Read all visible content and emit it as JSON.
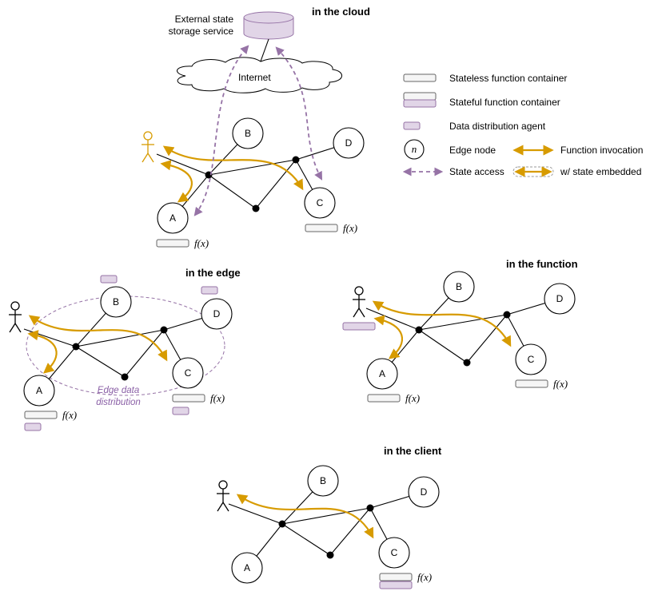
{
  "panels": {
    "cloud": {
      "title": "in the cloud",
      "storage_label_1": "External state",
      "storage_label_2": "storage service",
      "internet_label": "Internet"
    },
    "edge": {
      "title": "in the edge",
      "distribution_label_1": "Edge data",
      "distribution_label_2": "distribution"
    },
    "function": {
      "title": "in the function"
    },
    "client": {
      "title": "in the client"
    }
  },
  "nodes": {
    "a": "A",
    "b": "B",
    "c": "C",
    "d": "D"
  },
  "function_label": "f(x)",
  "legend": {
    "stateless": "Stateless function container",
    "stateful": "Stateful function container",
    "agent": "Data distribution agent",
    "edge_node_symbol": "n",
    "edge_node": "Edge node",
    "invocation": "Function invocation",
    "state_access": "State access",
    "embedded": "w/ state embedded"
  },
  "colors": {
    "invocation": "#d79b00",
    "state": "#9673a6",
    "agent_fill": "#e1d5e7",
    "container_fill": "#f5f5f5"
  }
}
